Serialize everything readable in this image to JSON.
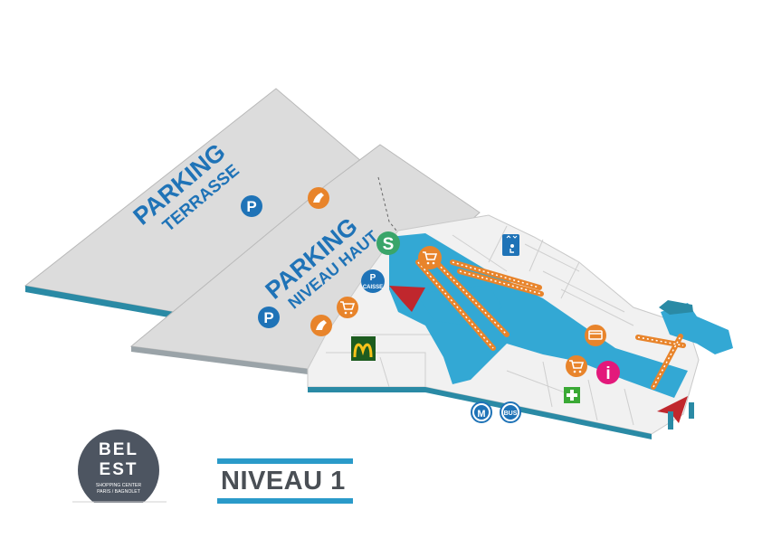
{
  "parking_terrasse": {
    "line1": "PARKING",
    "line2": "TERRASSE"
  },
  "parking_niveau_haut": {
    "line1": "PARKING",
    "line2": "NIVEAU HAUT"
  },
  "icons": {
    "parking_letter": "P",
    "parking_caisse_letter": "P",
    "parking_caisse_text": "CAISSE",
    "metro_letter": "M",
    "bus_text": "BUS",
    "info_letter": "i",
    "s_letter": "S"
  },
  "logo": {
    "line1": "BEL",
    "line2": "EST",
    "sub1": "SHOPPING CENTER",
    "sub2": "PARIS / BAGNOLET"
  },
  "level_title": "NIVEAU 1",
  "colors": {
    "parking": "#dcdcdc",
    "parking_edge": "#2a8aa5",
    "mall_floor": "#f1f1f1",
    "corridor": "#33a8d4",
    "escalator": "#e8842b",
    "accent_blue": "#1f73b7",
    "info_pink": "#e3197b",
    "mcdonalds_bg": "#1d5c1f",
    "mcdonalds_m": "#f7c21a",
    "pharmacy": "#3aa935",
    "entrance_red": "#c0272d",
    "logo_bg": "#4d5561"
  }
}
